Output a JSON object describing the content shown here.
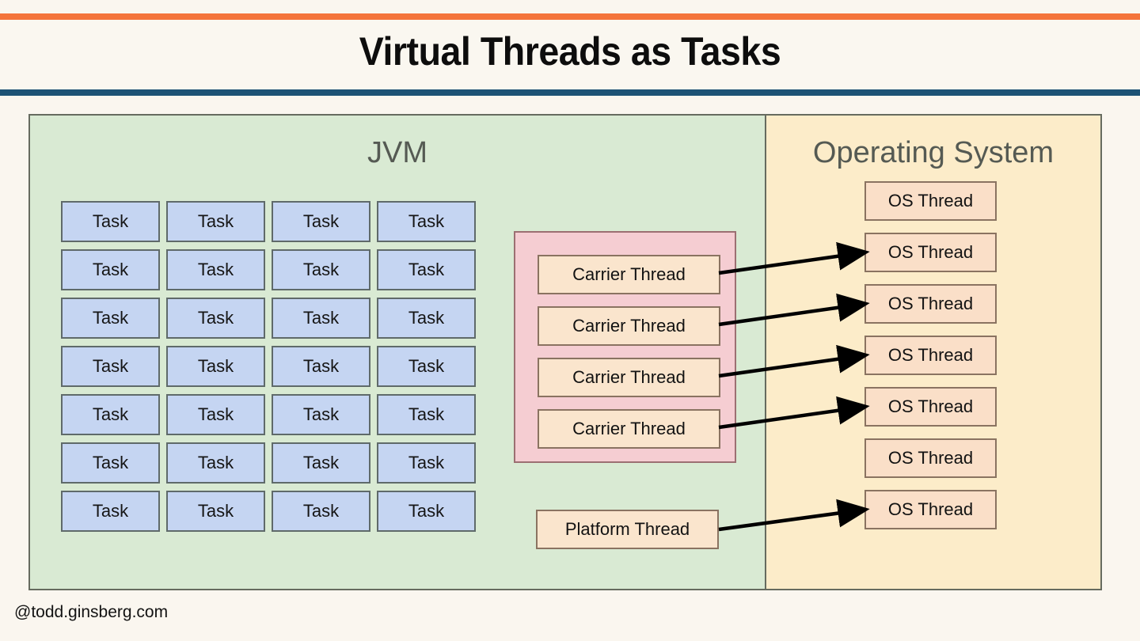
{
  "slide": {
    "title": "Virtual Threads as Tasks",
    "footer_handle": "@todd.ginsberg.com",
    "accent_top_color": "#f4743b",
    "accent_bottom_color": "#1d5375",
    "background_color": "#faf6ef"
  },
  "diagram": {
    "panels": [
      {
        "id": "jvm",
        "heading": "JVM",
        "fill_color": "#d9ead3",
        "border_color": "#666b5f"
      },
      {
        "id": "operating-system",
        "heading": "Operating System",
        "fill_color": "#fcecc9",
        "border_color": "#666b5f"
      }
    ],
    "tasks": {
      "label": "Task",
      "columns": 4,
      "rows": 7,
      "count": 28,
      "fill_color": "#c5d5f2",
      "border_color": "#5f6a6a",
      "labels": [
        "Task",
        "Task",
        "Task",
        "Task",
        "Task",
        "Task",
        "Task",
        "Task",
        "Task",
        "Task",
        "Task",
        "Task",
        "Task",
        "Task",
        "Task",
        "Task",
        "Task",
        "Task",
        "Task",
        "Task",
        "Task",
        "Task",
        "Task",
        "Task",
        "Task",
        "Task",
        "Task",
        "Task"
      ]
    },
    "carrier_pool": {
      "fill_color": "#f5cdd2",
      "border_color": "#9c6f72",
      "threads": [
        {
          "label": "Carrier Thread"
        },
        {
          "label": "Carrier Thread"
        },
        {
          "label": "Carrier Thread"
        },
        {
          "label": "Carrier Thread"
        }
      ]
    },
    "platform_thread": {
      "label": "Platform Thread",
      "fill_color": "#fae5cd",
      "border_color": "#8a7361"
    },
    "os_threads": {
      "fill_color": "#fadfc8",
      "border_color": "#8a7361",
      "count": 7,
      "items": [
        {
          "label": "OS Thread",
          "has_incoming_arrow": false
        },
        {
          "label": "OS Thread",
          "has_incoming_arrow": true
        },
        {
          "label": "OS Thread",
          "has_incoming_arrow": true
        },
        {
          "label": "OS Thread",
          "has_incoming_arrow": true
        },
        {
          "label": "OS Thread",
          "has_incoming_arrow": true
        },
        {
          "label": "OS Thread",
          "has_incoming_arrow": false
        },
        {
          "label": "OS Thread",
          "has_incoming_arrow": true
        }
      ]
    },
    "connections": [
      {
        "from": "Carrier Thread 1",
        "to": "OS Thread 2"
      },
      {
        "from": "Carrier Thread 2",
        "to": "OS Thread 3"
      },
      {
        "from": "Carrier Thread 3",
        "to": "OS Thread 4"
      },
      {
        "from": "Carrier Thread 4",
        "to": "OS Thread 5"
      },
      {
        "from": "Platform Thread",
        "to": "OS Thread 7"
      }
    ],
    "arrow_color": "#000000"
  }
}
